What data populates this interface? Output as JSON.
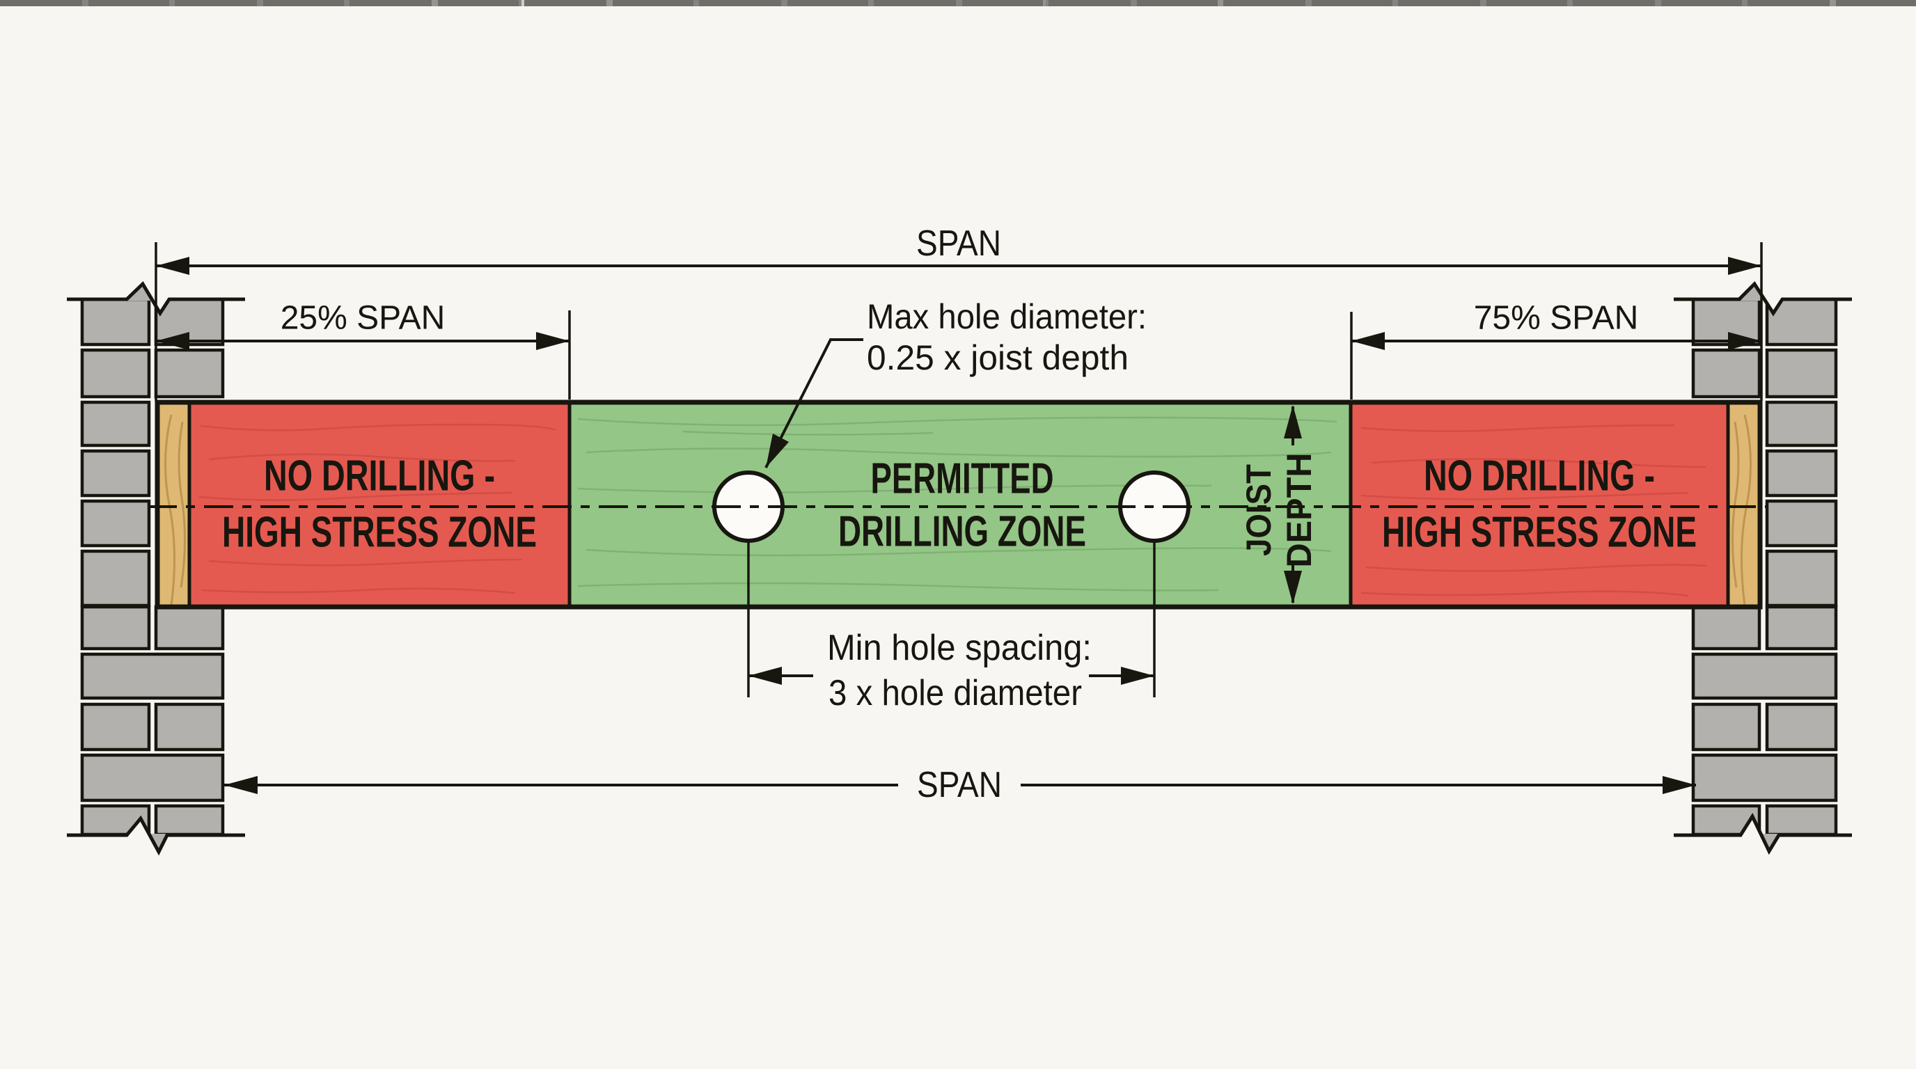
{
  "colors": {
    "bg": "#f7f6f2",
    "ink": "#17160f",
    "red": "#e55a50",
    "red-grain": "#c2443c",
    "green": "#94c687",
    "green-grain": "#6fa362",
    "tan": "#dfb873",
    "tan-grain": "#b68b4a",
    "wall": "#b2b1ae",
    "hole": "#fcfbf8"
  },
  "dimensions": {
    "span_top": "SPAN",
    "span_bottom": "SPAN",
    "left_span": "25% SPAN",
    "right_span": "75% SPAN",
    "joist_depth_line1": "JOIST",
    "joist_depth_line2": "DEPTH"
  },
  "zones": {
    "left_no_drilling": {
      "line1": "NO DRILLING -",
      "line2": "HIGH STRESS ZONE"
    },
    "permitted": {
      "line1": "PERMITTED",
      "line2": "DRILLING ZONE"
    },
    "right_no_drilling": {
      "line1": "NO DRILLING -",
      "line2": "HIGH STRESS ZONE"
    }
  },
  "annotations": {
    "max_hole": {
      "line1": "Max hole diameter:",
      "line2": "0.25 x joist depth"
    },
    "min_spacing": {
      "line1": "Min hole spacing:",
      "line2": "3 x hole diameter"
    }
  }
}
